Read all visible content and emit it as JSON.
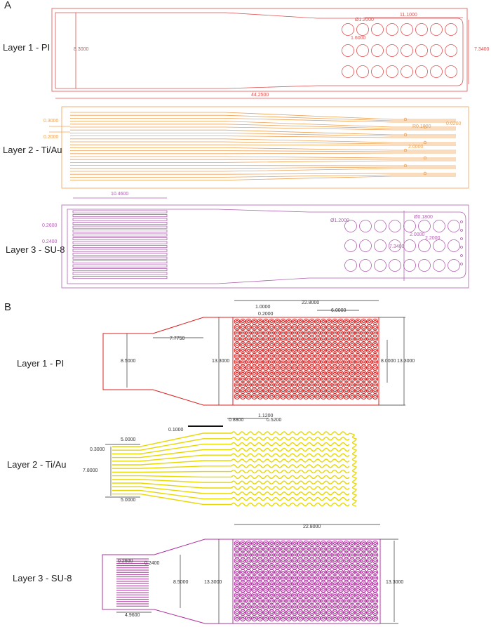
{
  "panels": {
    "A": {
      "letter": "A",
      "layers": [
        {
          "label": "Layer 1 - PI",
          "dims": [
            "Ø1.2000",
            "11.1000",
            "1.6000",
            "8.3000",
            "7.3400",
            "44.2500"
          ]
        },
        {
          "label": "Layer 2 - Ti/Au",
          "dims": [
            "0.3000",
            "0.2000",
            "R0.1000",
            "0.0200",
            "2.0000"
          ]
        },
        {
          "label": "Layer 3 - SU-8",
          "dims": [
            "10.4600",
            "0.2600",
            "0.2400",
            "Ø1.2000",
            "Ø0.1800",
            "2.0000",
            "2.2000",
            "7.3400"
          ]
        }
      ]
    },
    "B": {
      "letter": "B",
      "layers": [
        {
          "label": "Layer 1 - PI",
          "dims": [
            "22.8000",
            "1.0000",
            "0.2000",
            "6.0000",
            "7.7750",
            "8.5000",
            "13.3000",
            "8.0000",
            "13.3000"
          ]
        },
        {
          "label": "Layer 2 - Ti/Au",
          "dims": [
            "0.1000",
            "0.8800",
            "1.1200",
            "0.5200",
            "5.0000",
            "0.3000",
            "7.8000",
            "5.0000"
          ]
        },
        {
          "label": "Layer 3 - SU-8",
          "dims": [
            "22.8000",
            "0.2600",
            "0.2400",
            "8.5000",
            "13.3000",
            "13.3000",
            "4.9600"
          ]
        }
      ]
    }
  }
}
